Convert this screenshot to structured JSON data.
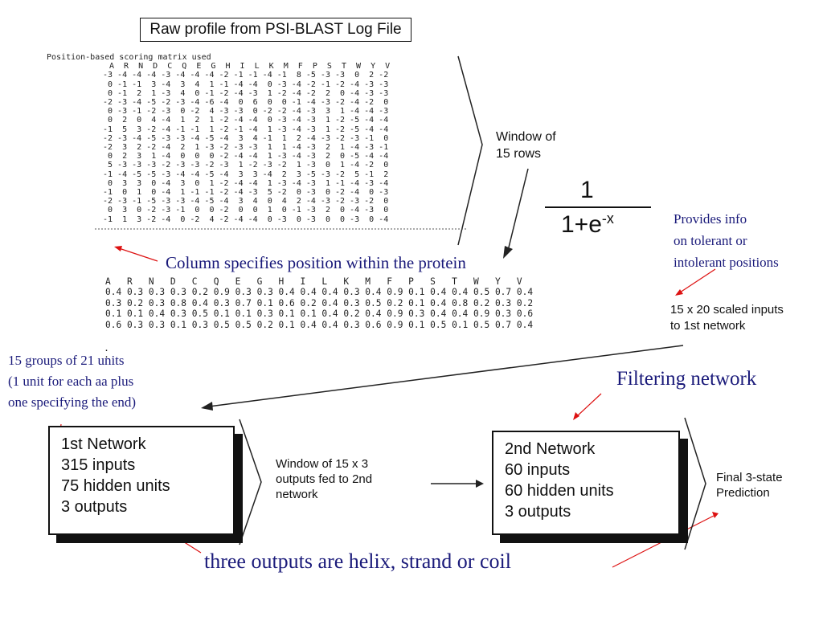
{
  "title_box": "Raw profile from PSI-BLAST Log File",
  "matrix": {
    "title": "Position-based scoring matrix used",
    "header": "A  R  N  D  C  Q  E  G  H  I  L  K  M  F  P  S  T  W  Y  V",
    "rows": [
      "-3 -4 -4 -4 -3 -4 -4 -4 -2 -1 -1 -4 -1  8 -5 -3 -3  0  2 -2",
      " 0 -1 -1  3 -4  3  4  1 -1 -4 -4  0 -3 -4 -2 -1 -2 -4 -3 -3",
      " 0 -1  2  1 -3  4  0 -1 -2 -4 -3  1 -2 -4 -2  2  0 -4 -3 -3",
      "-2 -3 -4 -5 -2 -3 -4 -6 -4  0  6  0  0 -1 -4 -3 -2 -4 -2  0",
      " 0 -3 -1 -2 -3  0 -2  4 -3 -3  0 -2 -2 -4 -3  3  1 -4 -4 -3",
      " 0  2  0  4 -4  1  2  1 -2 -4 -4  0 -3 -4 -3  1 -2 -5 -4 -4",
      "-1  5  3 -2 -4 -1 -1  1 -2 -1 -4  1 -3 -4 -3  1 -2 -5 -4 -4",
      "-2 -3 -4 -5 -3 -3 -4 -5 -4  3  4 -1  1  2 -4 -3 -2 -3 -1  0",
      "-2  3  2 -2 -4  2  1 -3 -2 -3 -3  1  1 -4 -3  2  1 -4 -3 -1",
      " 0  2  3  1 -4  0  0  0 -2 -4 -4  1 -3 -4 -3  2  0 -5 -4 -4",
      " 5 -3 -3 -3 -2 -3 -3 -2 -3  1 -2 -3 -2  1 -3  0  1 -4 -2  0",
      "-1 -4 -5 -5 -3 -4 -4 -5 -4  3  3 -4  2  3 -5 -3 -2  5 -1  2",
      " 0  3  3  0 -4  3  0  1 -2 -4 -4  1 -3 -4 -3  1 -1 -4 -3 -4",
      "-1  0  1  0 -4  1 -1 -1 -2 -4 -3  5 -2  0 -3  0 -2 -4  0 -3",
      "-2 -3 -1 -5 -3 -3 -4 -5 -4  3  4  0  4  2 -4 -3 -2 -3 -2  0",
      " 0  3  0 -2 -3 -1  0  0 -2  0  0  1  0 -1 -3  2  0 -4 -3  0",
      "-1  1  3 -2 -4  0 -2  4 -2 -4 -4  0 -3  0 -3  0  0 -3  0 -4"
    ]
  },
  "window_label": "Window of\n15 rows",
  "formula": {
    "numerator": "1",
    "denominator_base": "1+e",
    "exponent": "-x"
  },
  "provides_info": "Provides info\non tolerant or\nintolerant positions",
  "column_note": "Column specifies position within the protein",
  "scaled": {
    "header": "A   R   N   D   C   Q   E   G   H   I   L   K   M   F   P   S   T   W   Y   V",
    "rows": [
      "0.4 0.3 0.3 0.3 0.2 0.9 0.3 0.3 0.4 0.4 0.4 0.3 0.4 0.9 0.1 0.4 0.4 0.5 0.7 0.4",
      "0.3 0.2 0.3 0.8 0.4 0.3 0.7 0.1 0.6 0.2 0.4 0.3 0.5 0.2 0.1 0.4 0.8 0.2 0.3 0.2",
      "0.1 0.1 0.4 0.3 0.5 0.1 0.1 0.3 0.1 0.1 0.4 0.2 0.4 0.9 0.3 0.4 0.4 0.9 0.3 0.6",
      "0.6 0.3 0.3 0.1 0.3 0.5 0.5 0.2 0.1 0.4 0.4 0.3 0.6 0.9 0.1 0.5 0.1 0.5 0.7 0.4"
    ]
  },
  "scaled_inputs": "15 x 20 scaled inputs\nto 1st network",
  "groups_note": "15 groups of 21 units\n(1 unit for each aa plus\none specifying the end)",
  "filtering": "Filtering network",
  "net1": {
    "l1": "1st Network",
    "l2": "315 inputs",
    "l3": "75 hidden units",
    "l4": "3 outputs"
  },
  "window2": "Window of 15 x 3\noutputs fed to 2nd\nnetwork",
  "net2": {
    "l1": "2nd Network",
    "l2": "60 inputs",
    "l3": "60 hidden units",
    "l4": "3 outputs"
  },
  "final": "Final 3-state\nPrediction",
  "outputs_note": "three outputs are helix, strand or coil"
}
